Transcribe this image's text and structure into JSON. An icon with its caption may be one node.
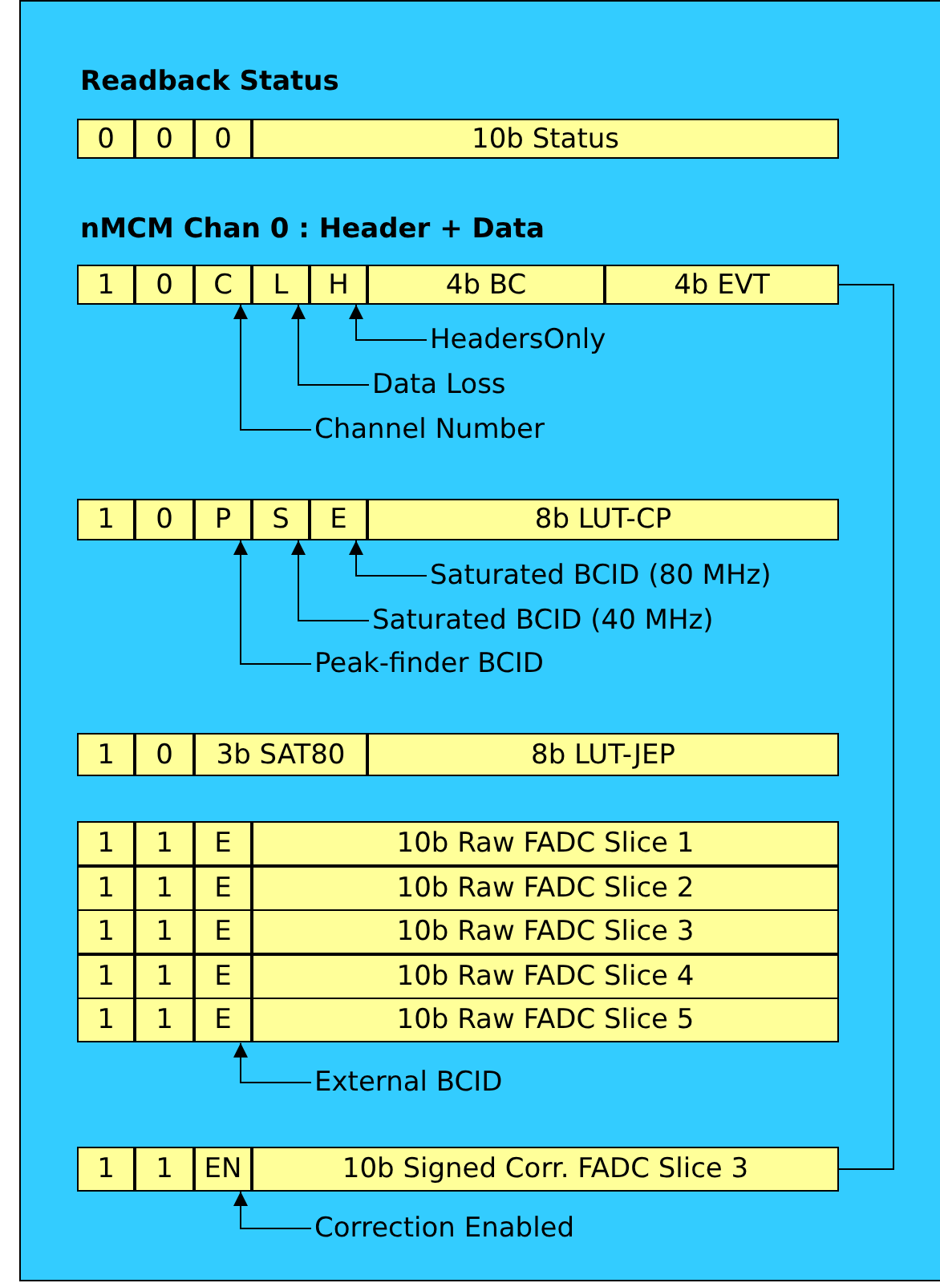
{
  "diagram": {
    "nodes": [
      {
        "text": [
          "0"
        ]
      },
      {
        "text": [
          "0"
        ]
      },
      {
        "text": [
          "0"
        ]
      },
      {
        "text": [
          "10b Status"
        ]
      },
      {
        "text": [
          "1"
        ]
      },
      {
        "text": [
          "0"
        ]
      },
      {
        "text": [
          "C"
        ]
      },
      {
        "text": [
          "L"
        ]
      },
      {
        "text": [
          "H"
        ]
      },
      {
        "text": [
          "4b BC"
        ]
      },
      {
        "text": [
          "4b EVT"
        ]
      },
      {
        "text": [
          "HeadersOnly"
        ]
      },
      {
        "text": [
          "Data Loss"
        ]
      },
      {
        "text": [
          "Channel Number"
        ]
      },
      {
        "text": [
          "1"
        ]
      },
      {
        "text": [
          "0"
        ]
      },
      {
        "text": [
          "P"
        ]
      },
      {
        "text": [
          "S"
        ]
      },
      {
        "text": [
          "E"
        ]
      },
      {
        "text": [
          "8b LUT-CP"
        ]
      },
      {
        "text": [
          "Saturated BCID (80 MHz)"
        ]
      },
      {
        "text": [
          "Saturated BCID (40 MHz)"
        ]
      },
      {
        "text": [
          "Peak-finder BCID"
        ]
      },
      {
        "text": [
          "1"
        ]
      },
      {
        "text": [
          "0"
        ]
      },
      {
        "text": [
          "3b SAT80"
        ]
      },
      {
        "text": [
          "8b LUT-JEP"
        ]
      },
      {
        "text": [
          "1"
        ]
      },
      {
        "text": [
          "1"
        ]
      },
      {
        "text": [
          "E"
        ]
      },
      {
        "text": [
          "10b Raw FADC Slice 1"
        ]
      },
      {
        "text": [
          "1"
        ]
      },
      {
        "text": [
          "1"
        ]
      },
      {
        "text": [
          "E"
        ]
      },
      {
        "text": [
          "10b Raw FADC Slice 2"
        ]
      },
      {
        "text": [
          "1"
        ]
      },
      {
        "text": [
          "1"
        ]
      },
      {
        "text": [
          "E"
        ]
      },
      {
        "text": [
          "10b Raw FADC Slice 3"
        ]
      },
      {
        "text": [
          "1"
        ]
      },
      {
        "text": [
          "1"
        ]
      },
      {
        "text": [
          "E"
        ]
      },
      {
        "text": [
          "10b Raw FADC Slice 4"
        ]
      },
      {
        "text": [
          "1"
        ]
      },
      {
        "text": [
          "1"
        ]
      },
      {
        "text": [
          "E"
        ]
      },
      {
        "text": [
          "10b Raw FADC Slice 5"
        ]
      },
      {
        "text": [
          "External BCID"
        ]
      },
      {
        "text": [
          "1"
        ]
      },
      {
        "text": [
          "1"
        ]
      },
      {
        "text": [
          "EN"
        ]
      },
      {
        "text": [
          "10b Signed Corr. FADC Slice 3"
        ]
      },
      {
        "text": [
          "Correction Enabled"
        ]
      }
    ],
    "edges": [
      {
        "from": 11,
        "to": 8,
        "arrow": "to"
      },
      {
        "from": 12,
        "to": 7,
        "arrow": "to"
      },
      {
        "from": 13,
        "to": 6,
        "arrow": "to"
      },
      {
        "from": 20,
        "to": 18,
        "arrow": "to"
      },
      {
        "from": 21,
        "to": 17,
        "arrow": "to"
      },
      {
        "from": 22,
        "to": 16,
        "arrow": "to"
      },
      {
        "from": 47,
        "to": 45,
        "arrow": "to"
      },
      {
        "from": 52,
        "to": 50,
        "arrow": "to"
      },
      {
        "from": 10,
        "to": 51,
        "arrow": "none"
      }
    ],
    "labels": [
      "Readback Status",
      "nMCM Chan 0 : Header + Data"
    ]
  }
}
